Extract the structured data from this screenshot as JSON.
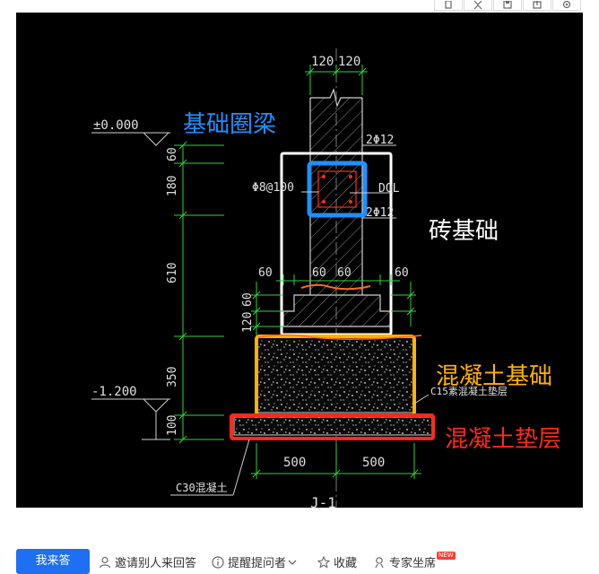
{
  "toolbar": {
    "icons": [
      "copy-icon",
      "expand-icon",
      "save-icon",
      "export-icon",
      "settings-icon"
    ]
  },
  "drawing": {
    "dim_top_left": "120",
    "dim_top_right": "120",
    "elev_top": "±0.000",
    "elev_bottom": "-1.200",
    "dim_60_top": "60",
    "dim_180": "180",
    "dim_610": "610",
    "dim_60_mid": "60",
    "dim_120": "120",
    "dim_350": "350",
    "dim_100": "100",
    "rebar_top": "2Φ12",
    "rebar_bottom": "2Φ12",
    "stirrup": "Φ8@100",
    "beam_code": "DQL",
    "step_60_a": "60",
    "step_60_b": "60",
    "step_60_c": "60",
    "step_60_d": "60",
    "bed_note": "C15素混凝土垫层",
    "concrete_note": "C30混凝土",
    "dim_500_left": "500",
    "dim_500_right": "500",
    "drawing_id": "J-1",
    "label_beam": "基础圈梁",
    "label_brick": "砖基础",
    "label_concrete": "混凝土基础",
    "label_cushion": "混凝土垫层",
    "colors": {
      "dim_green": "#2fd13f",
      "annotation_blue": "#1e90ff",
      "annotation_white": "#ffffff",
      "annotation_orange": "#ffb300",
      "annotation_red": "#ff2a1a",
      "beam_box": "#1e90ff",
      "brick_box": "#ffffff",
      "concrete_box": "#ffb300",
      "cushion_box": "#ff2a1a"
    }
  },
  "actions": {
    "answer": "我来答",
    "invite": "邀请别人来回答",
    "remind": "提醒提问者",
    "favorite": "收藏",
    "expert": "专家坐席",
    "new_badge": "NEW"
  }
}
